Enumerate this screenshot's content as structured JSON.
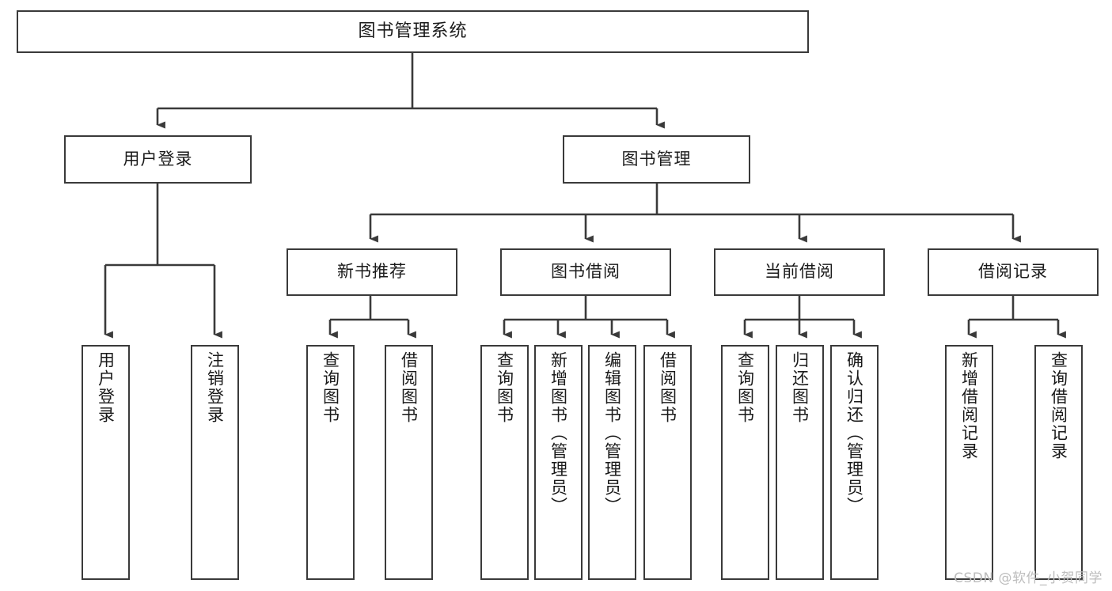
{
  "diagram": {
    "title_node": {
      "label": "图书管理系统"
    },
    "level2": [
      {
        "id": "user-login",
        "label": "用户登录"
      },
      {
        "id": "book-manage",
        "label": "图书管理"
      }
    ],
    "level3": [
      {
        "id": "new-book-rec",
        "label": "新书推荐"
      },
      {
        "id": "book-borrow",
        "label": "图书借阅"
      },
      {
        "id": "current-borrow",
        "label": "当前借阅"
      },
      {
        "id": "borrow-record",
        "label": "借阅记录"
      }
    ],
    "leaves": [
      {
        "id": "leaf-user-login",
        "label": "用户登录"
      },
      {
        "id": "leaf-logout-login",
        "label": "注销登录"
      },
      {
        "id": "leaf-query-book-1",
        "label": "查询图书"
      },
      {
        "id": "leaf-borrow-book-1",
        "label": "借阅图书"
      },
      {
        "id": "leaf-query-book-2",
        "label": "查询图书"
      },
      {
        "id": "leaf-add-book",
        "label": "新增图书（管理员）"
      },
      {
        "id": "leaf-edit-book",
        "label": "编辑图书（管理员）"
      },
      {
        "id": "leaf-borrow-book-2",
        "label": "借阅图书"
      },
      {
        "id": "leaf-query-book-3",
        "label": "查询图书"
      },
      {
        "id": "leaf-return-book",
        "label": "归还图书"
      },
      {
        "id": "leaf-confirm-return",
        "label": "确认归还（管理员）"
      },
      {
        "id": "leaf-add-record",
        "label": "新增借阅记录"
      },
      {
        "id": "leaf-query-record",
        "label": "查询借阅记录"
      }
    ]
  },
  "watermark": {
    "text": "CSDN @软件_小贺同学"
  },
  "colors": {
    "stroke": "#3a3a3a",
    "background": "#ffffff",
    "text": "#1a1a1a",
    "watermark": "#bdbdbd"
  }
}
